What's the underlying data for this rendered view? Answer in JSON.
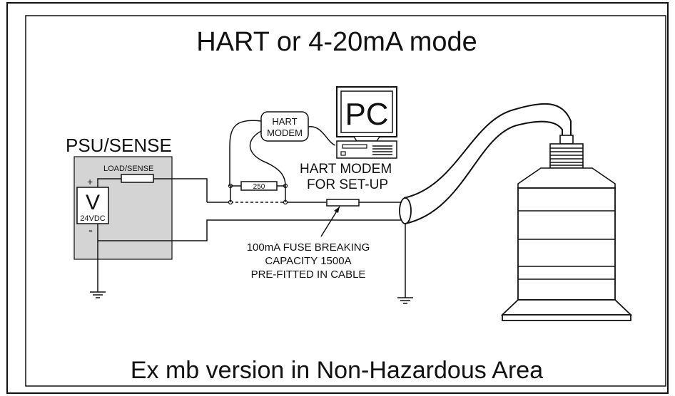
{
  "title": "HART or  4-20mA mode",
  "footer": "Ex mb version in Non-Hazardous Area",
  "psu": {
    "heading": "PSU/SENSE",
    "load_label": "LOAD/SENSE",
    "plus": "+",
    "minus": "-",
    "voltage_symbol": "V",
    "voltage_label": "24VDC"
  },
  "modem": {
    "line1": "HART",
    "line2": "MODEM",
    "setup_line1": "HART MODEM",
    "setup_line2": "FOR SET-UP"
  },
  "resistor_label": "250",
  "pc_label": "PC",
  "fuse_note": [
    "100mA FUSE BREAKING",
    "CAPACITY 1500A",
    "PRE-FITTED IN CABLE"
  ],
  "colors": {
    "line": "#111111",
    "psu_fill": "#d4d4d4",
    "sensor_fill": "#ffffff",
    "background": "#ffffff"
  },
  "icons": [
    "ground-icon",
    "pc-monitor-icon",
    "ultrasonic-sensor-icon",
    "fuse-icon",
    "resistor-icon"
  ]
}
